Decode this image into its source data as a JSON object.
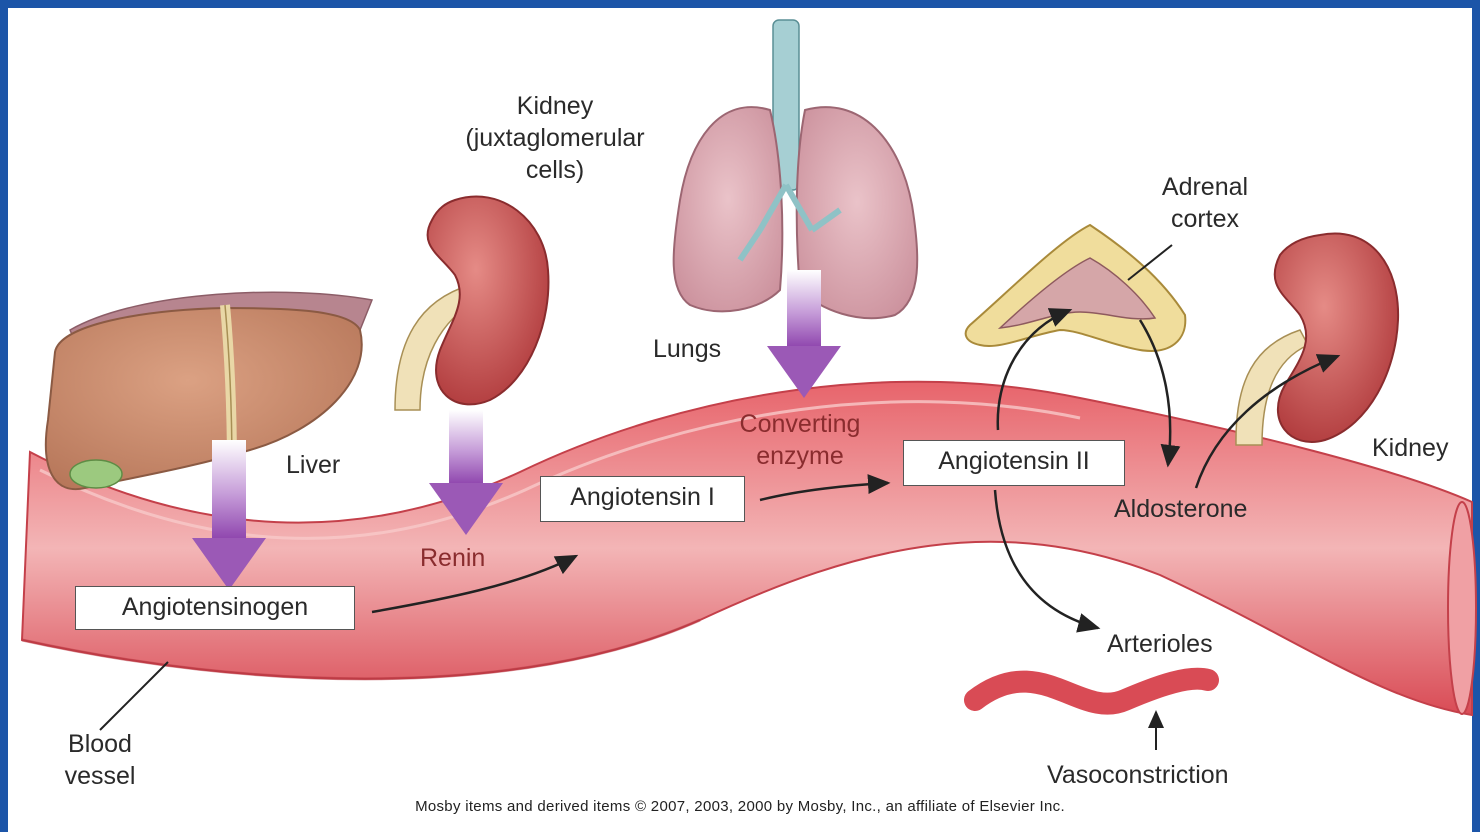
{
  "organs": {
    "liver": "Liver",
    "kidney_jg": "Kidney\n(juxtaglomerular\ncells)",
    "lungs": "Lungs",
    "adrenal_cortex": "Adrenal\ncortex",
    "kidney": "Kidney",
    "blood_vessel": "Blood\nvessel"
  },
  "substances": {
    "angiotensinogen": "Angiotensinogen",
    "renin": "Renin",
    "angiotensin_1": "Angiotensin I",
    "converting_enzyme": "Converting\nenzyme",
    "angiotensin_2": "Angiotensin II",
    "aldosterone": "Aldosterone",
    "arterioles": "Arterioles",
    "vasoconstriction": "Vasoconstriction"
  },
  "credit": "Mosby items and derived items © 2007, 2003, 2000 by Mosby, Inc., an affiliate of Elsevier Inc.",
  "colors": {
    "background": "#1c55a8",
    "vessel": "#e0555f",
    "vessel_light": "#f1a4a6",
    "organ_red": "#c44a4c",
    "liver": "#c88a6a",
    "lungs": "#d9a2ad",
    "arrow_purple": "#9b59b6"
  }
}
